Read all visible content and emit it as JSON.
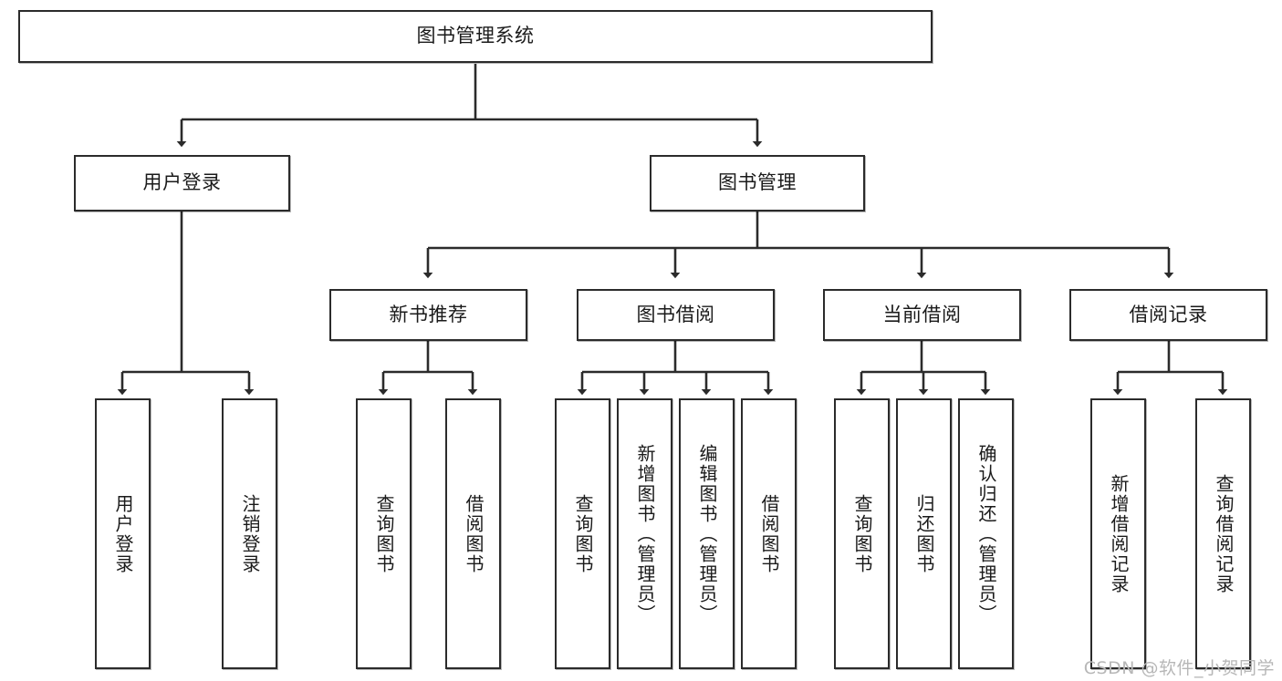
{
  "diagram": {
    "type": "tree",
    "title": "图书管理系统",
    "watermark": "CSDN @软件_小贺同学",
    "colors": {
      "stroke": "#2b2b2b",
      "fill": "#ffffff",
      "text": "#1a1a1a",
      "watermark": "#b7b7b7"
    },
    "levels": {
      "root": {
        "label": "图书管理系统"
      },
      "level2": [
        {
          "label": "用户登录"
        },
        {
          "label": "图书管理"
        }
      ],
      "level3": [
        {
          "label": "新书推荐"
        },
        {
          "label": "图书借阅"
        },
        {
          "label": "当前借阅"
        },
        {
          "label": "借阅记录"
        }
      ],
      "leaves": {
        "user_login": [
          {
            "label": "用户登录"
          },
          {
            "label": "注销登录"
          }
        ],
        "new_book_recommend": [
          {
            "label": "查询图书"
          },
          {
            "label": "借阅图书"
          }
        ],
        "book_borrow": [
          {
            "label": "查询图书"
          },
          {
            "label": "新增图书（管理员）"
          },
          {
            "label": "编辑图书（管理员）"
          },
          {
            "label": "借阅图书"
          }
        ],
        "current_borrow": [
          {
            "label": "查询图书"
          },
          {
            "label": "归还图书"
          },
          {
            "label": "确认归还（管理员）"
          }
        ],
        "borrow_record": [
          {
            "label": "新增借阅记录"
          },
          {
            "label": "查询借阅记录"
          }
        ]
      }
    }
  }
}
